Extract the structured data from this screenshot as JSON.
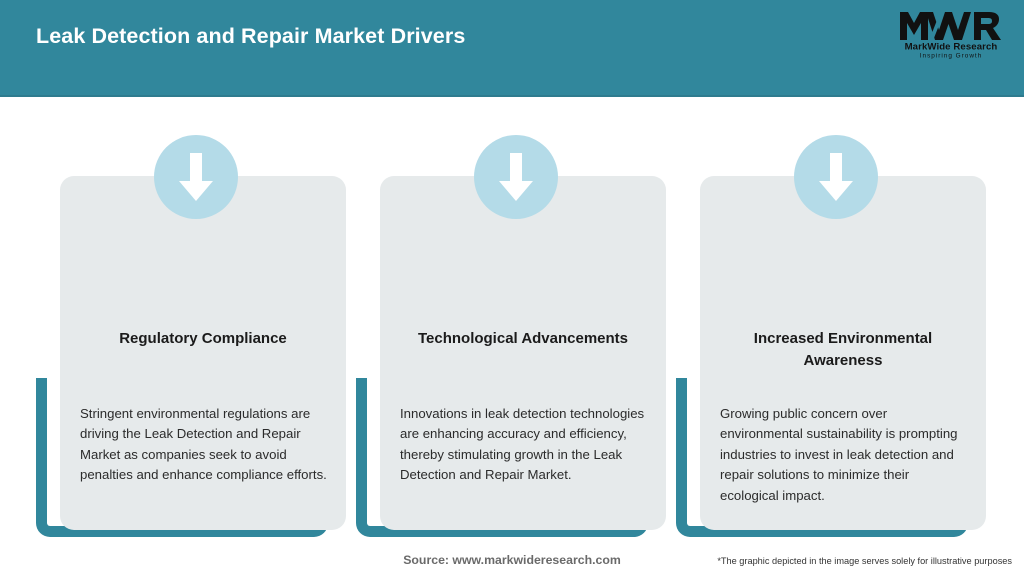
{
  "header": {
    "title": "Leak Detection and Repair Market Drivers",
    "bg_color": "#31879C",
    "title_color": "#FFFFFF",
    "logo": {
      "mark": "MWR",
      "name": "MarkWide Research",
      "tagline": "Inspiring Growth"
    }
  },
  "theme": {
    "teal": "#31879C",
    "icon_circle": "#B4DBE8",
    "card_bg": "#E6EAEB",
    "arrow": "#FFFFFF"
  },
  "cards": [
    {
      "icon": "arrow-down-icon",
      "title": "Regulatory Compliance",
      "body": "Stringent environmental regulations are driving the Leak Detection and Repair Market as companies seek to avoid penalties and enhance compliance efforts."
    },
    {
      "icon": "arrow-down-icon",
      "title": "Technological Advancements",
      "body": "Innovations in leak detection technologies are enhancing accuracy and efficiency, thereby stimulating growth in the Leak Detection and Repair Market."
    },
    {
      "icon": "arrow-down-icon",
      "title": "Increased Environmental Awareness",
      "body": "Growing public concern over environmental sustainability is prompting industries to invest in leak detection and repair solutions to minimize their ecological impact."
    }
  ],
  "footer": {
    "source": "Source: www.markwideresearch.com",
    "disclaimer": "*The graphic depicted in the image serves solely for illustrative purposes"
  }
}
